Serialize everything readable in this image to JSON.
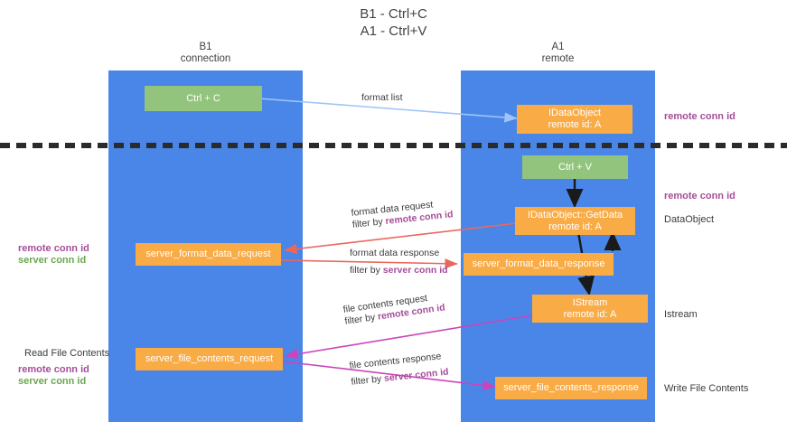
{
  "title": "B1 - Ctrl+C\nA1 - Ctrl+V",
  "lanes": [
    {
      "name": "b1",
      "header": "B1\nconnection"
    },
    {
      "name": "a1",
      "header": "A1\nremote"
    }
  ],
  "nodes": {
    "ctrl_c": "Ctrl + C",
    "idataobject": "IDataObject\nremote id: A",
    "ctrl_v": "Ctrl + V",
    "getdata": "IDataObject::GetData\nremote id: A",
    "server_format_data_request": "server_format_data_request",
    "server_format_data_response": "server_format_data_response",
    "istream": "IStream\nremote id: A",
    "server_file_contents_request": "server_file_contents_request",
    "server_file_contents_response": "server_file_contents_response"
  },
  "edges": {
    "format_list": "format list",
    "format_data_request": "format data request",
    "format_data_request_filter_prefix": "filter by ",
    "format_data_request_filter_key": "remote conn id",
    "format_data_response": "format data response",
    "format_data_response_filter_prefix": "filter by ",
    "format_data_response_filter_key": "server conn id",
    "file_contents_request": "file contents request",
    "file_contents_request_filter_prefix": "filter by ",
    "file_contents_request_filter_key": "remote conn id",
    "file_contents_response": "file contents response",
    "file_contents_response_filter_prefix": "filter by ",
    "file_contents_response_filter_key": "server conn id"
  },
  "annotations": {
    "right_remote_conn_id_top": "remote conn id",
    "right_remote_conn_id_mid": "remote conn id",
    "right_dataobject": "DataObject",
    "right_istream": "Istream",
    "right_write_file_contents": "Write File Contents",
    "left_remote_conn_id": "remote conn id",
    "left_server_conn_id": "server conn id",
    "left_read_file_contents": "Read File Contents",
    "left_remote_conn_id_2": "remote conn id",
    "left_server_conn_id_2": "server conn id"
  },
  "colors": {
    "lane": "#4a86e8",
    "green_box": "#93c47d",
    "orange_box": "#f9ab45",
    "purple_text": "#a64d9a",
    "green_text": "#6aa84f",
    "light_blue_arrow": "#9fc5f8",
    "red_arrow": "#e8685d",
    "magenta_arrow": "#cc44bb",
    "divider": "#2b2b2b"
  }
}
